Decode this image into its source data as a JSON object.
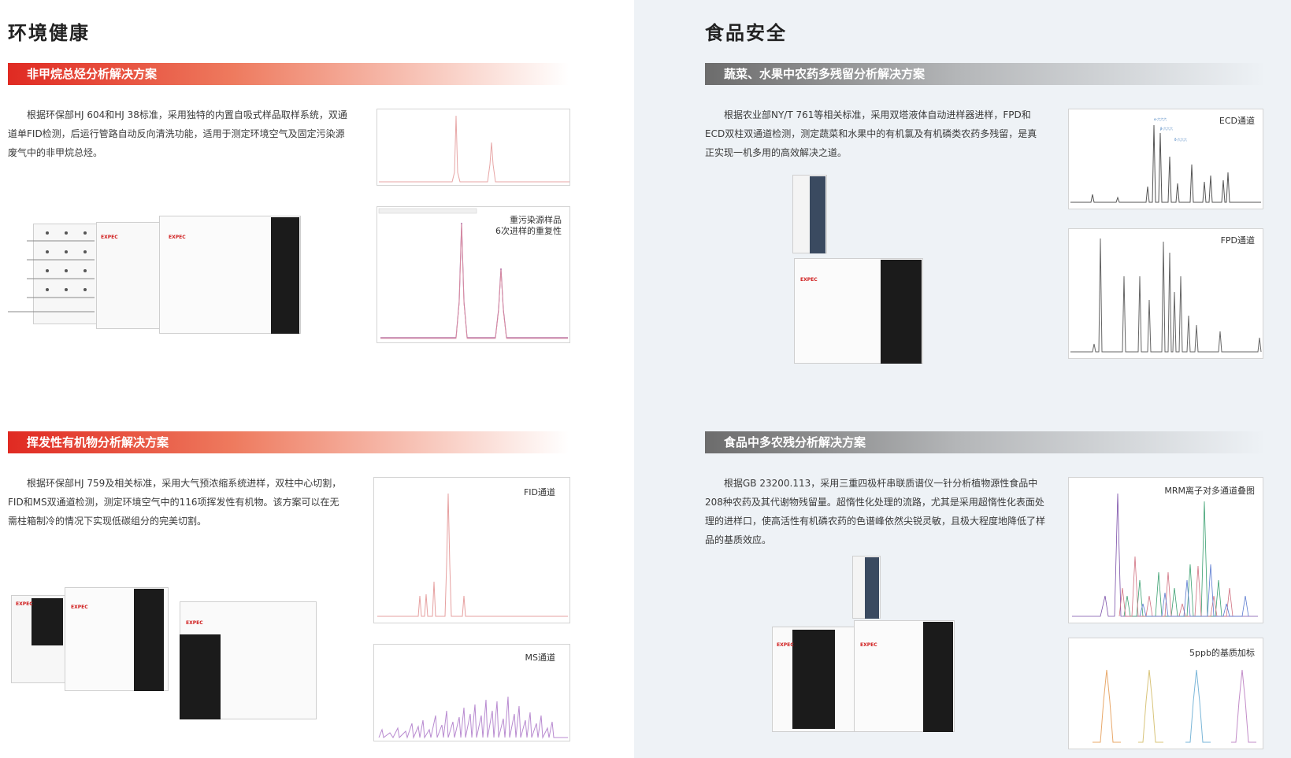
{
  "left": {
    "title": "环境健康",
    "sections": [
      {
        "banner": "非甲烷总烃分析解决方案",
        "text": "根据环保部HJ 604和HJ 38标准，采用独特的内置自吸式样品取样系统，双通道单FID检测，后运行管路自动反向清洗功能，适用于测定环境空气及固定污染源废气中的非甲烷总烃。",
        "chart2_label": "重污染源样品\n6次进样的重复性"
      },
      {
        "banner": "挥发性有机物分析解决方案",
        "text": "根据环保部HJ 759及相关标准，采用大气预浓缩系统进样，双柱中心切割，FID和MS双通道检测，测定环境空气中的116项挥发性有机物。该方案可以在无需柱箱制冷的情况下实现低碳组分的完美切割。",
        "chart1_label": "FID通道",
        "chart2_label": "MS通道"
      }
    ]
  },
  "right": {
    "title": "食品安全",
    "sections": [
      {
        "banner": "蔬菜、水果中农药多残留分析解决方案",
        "text": "根据农业部NY/T 761等相关标准，采用双塔液体自动进样器进样，FPD和ECD双柱双通道检测，测定蔬菜和水果中的有机氯及有机磷类农药多残留，是真正实现一机多用的高效解决之道。",
        "chart1_label": "ECD通道",
        "chart2_label": "FPD通道"
      },
      {
        "banner": "食品中多农残分析解决方案",
        "text": "根据GB 23200.113，采用三重四极杆串联质谱仪一针分析植物源性食品中208种农药及其代谢物残留量。超惰性化处理的流路，尤其是采用超惰性化表面处理的进样口，使高活性有机磷农药的色谱峰依然尖锐灵敏，且极大程度地降低了样品的基质效应。",
        "chart1_label": "MRM离子对多通道叠图",
        "chart2_label": "5ppb的基质加标"
      }
    ]
  },
  "instrument_brand": "EXPEC",
  "colors": {
    "accent_red": "#e02a22",
    "banner_gray": "#6c6c6c",
    "right_bg": "#eef2f6"
  }
}
